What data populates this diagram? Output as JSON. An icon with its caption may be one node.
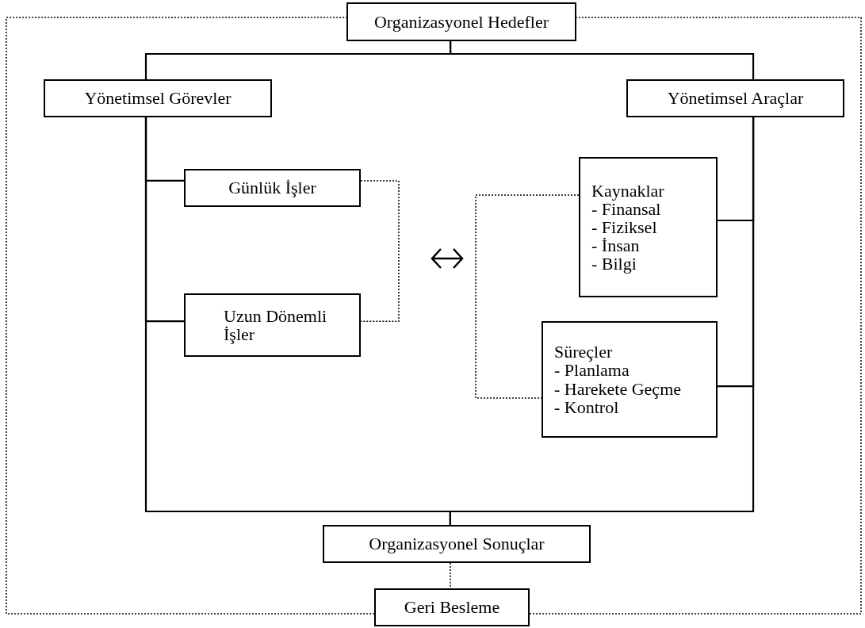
{
  "diagram": {
    "nodes": [
      {
        "text": [
          "Organizasyonel Hedefler"
        ]
      },
      {
        "text": [
          "Yönetimsel Görevler"
        ]
      },
      {
        "text": [
          "Yönetimsel Araçlar"
        ]
      },
      {
        "text": [
          "Günlük İşler"
        ]
      },
      {
        "text": [
          "Uzun Dönemli İşler"
        ]
      },
      {
        "text": [
          "Kaynaklar",
          "- Finansal",
          "- Fiziksel",
          "- İnsan",
          "- Bilgi"
        ]
      },
      {
        "text": [
          "Süreçler",
          "- Planlama",
          "- Harekete Geçme",
          "- Kontrol"
        ]
      },
      {
        "text": [
          "Organizasyonel Sonuçlar"
        ]
      },
      {
        "text": [
          "Geri Besleme"
        ]
      }
    ],
    "edges": [
      {
        "from": 0,
        "to": 1,
        "arrow": "none"
      },
      {
        "from": 0,
        "to": 2,
        "arrow": "none"
      },
      {
        "from": 1,
        "to": 3,
        "arrow": "none"
      },
      {
        "from": 1,
        "to": 4,
        "arrow": "none"
      },
      {
        "from": 2,
        "to": 5,
        "arrow": "none"
      },
      {
        "from": 2,
        "to": 6,
        "arrow": "none"
      },
      {
        "from": 1,
        "to": 7,
        "arrow": "none"
      },
      {
        "from": 2,
        "to": 7,
        "arrow": "none"
      },
      {
        "from": 3,
        "to": 4,
        "arrow": "none",
        "style": "dashed"
      },
      {
        "from": 5,
        "to": 6,
        "arrow": "none",
        "style": "dashed"
      },
      {
        "from": 7,
        "to": 8,
        "arrow": "none",
        "style": "dashed"
      },
      {
        "from": 8,
        "to": 0,
        "arrow": "none",
        "style": "dashed"
      },
      {
        "from": 8,
        "to": 0,
        "arrow": "none",
        "style": "dashed"
      }
    ]
  }
}
